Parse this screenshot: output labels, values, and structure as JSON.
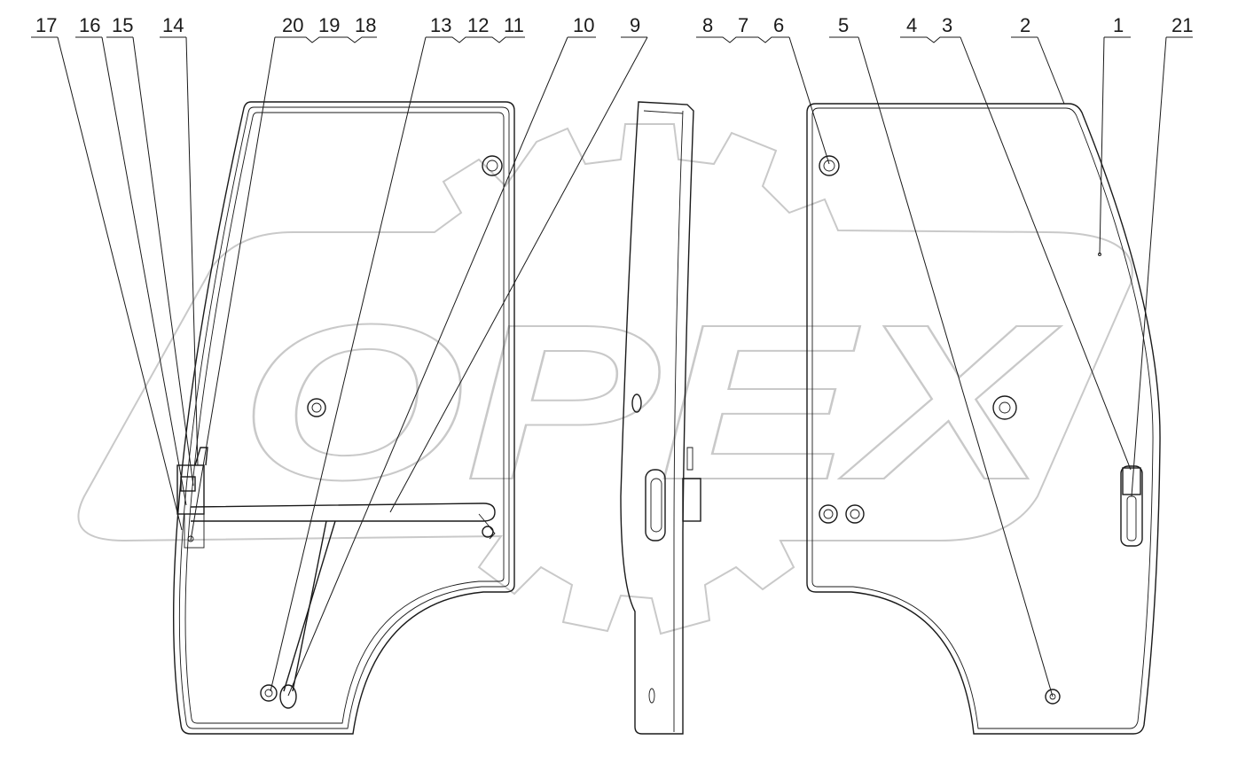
{
  "watermark": {
    "text": "OPEX"
  },
  "callouts": [
    {
      "id": "17",
      "label": "17"
    },
    {
      "id": "16",
      "label": "16"
    },
    {
      "id": "15",
      "label": "15"
    },
    {
      "id": "14",
      "label": "14"
    },
    {
      "id": "20",
      "label": "20"
    },
    {
      "id": "19",
      "label": "19"
    },
    {
      "id": "18",
      "label": "18"
    },
    {
      "id": "13",
      "label": "13"
    },
    {
      "id": "12",
      "label": "12"
    },
    {
      "id": "11",
      "label": "11"
    },
    {
      "id": "10",
      "label": "10"
    },
    {
      "id": "9",
      "label": "9"
    },
    {
      "id": "8",
      "label": "8"
    },
    {
      "id": "7",
      "label": "7"
    },
    {
      "id": "6",
      "label": "6"
    },
    {
      "id": "5",
      "label": "5"
    },
    {
      "id": "4",
      "label": "4"
    },
    {
      "id": "3",
      "label": "3"
    },
    {
      "id": "2",
      "label": "2"
    },
    {
      "id": "1",
      "label": "1"
    },
    {
      "id": "21",
      "label": "21"
    }
  ],
  "colors": {
    "line": "#1a1a1a",
    "watermark_stroke": "#c9c9c9",
    "background": "#ffffff"
  }
}
